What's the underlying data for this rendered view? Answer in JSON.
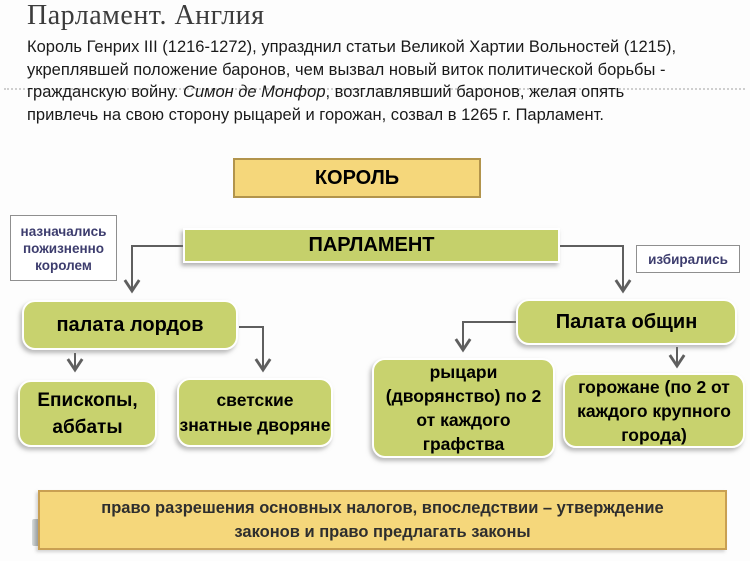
{
  "slide": {
    "title": "Парламент. Англия",
    "intro_part1": "Король Генрих III (1216-1272), упразднил статьи Великой Хартии Вольностей (1215),\nукреплявшей положение баронов, чем вызвал новый виток политической борьбы -\nгражданскую войну. ",
    "intro_italic": "Симон де Монфор",
    "intro_part2": ", возглавлявший баронов, желая опять\nпривлечь на свою сторону рыцарей и горожан, созвал в 1265 г. Парламент."
  },
  "diagram": {
    "king": "КОРОЛЬ",
    "parliament": "ПАРЛАМЕНТ",
    "note_appointed": "назначались\nпожизненно\nкоролем",
    "note_elected": "избирались",
    "house_of_lords": "палата лордов",
    "house_of_commons": "Палата общин",
    "bishops": "Епископы,\nаббаты",
    "secular_nobles": "светские\nзнатные дворяне",
    "knights": "рыцари\n(дворянство) по 2\nот каждого\nграфства",
    "townspeople": "горожане (по 2 от\nкаждого крупного\nгорода)",
    "footer": "право разрешения основных налогов, впоследствии – утверждение\nзаконов и право предлагать законы"
  },
  "colors": {
    "green_fill": "#C8D26E",
    "yellow_fill": "#F5D77B",
    "king_border": "#B2944C",
    "footer_border": "#C9A052",
    "arrow": "#5F5F5F",
    "note_text": "#3D3D6E",
    "title_text": "#3C3C3C"
  }
}
